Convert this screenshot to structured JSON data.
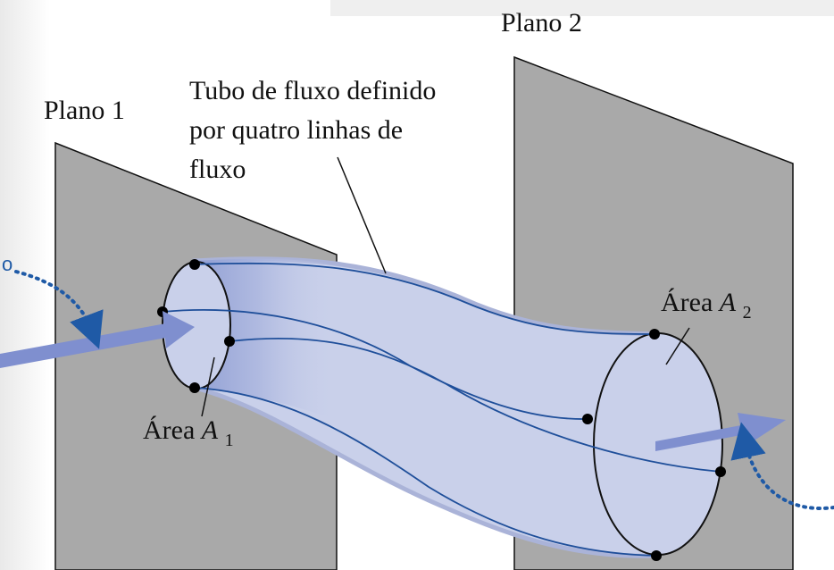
{
  "labels": {
    "plane1": "Plano 1",
    "plane2": "Plano 2",
    "tube_line1": "Tubo de fluxo definido",
    "tube_line2": "por quatro linhas de",
    "tube_line3": "fluxo",
    "area1_word": "Área",
    "area1_symbol": "A",
    "area1_sub": "1",
    "area2_word": "Área",
    "area2_symbol": "A",
    "area2_sub": "2",
    "cut_text": "o"
  },
  "colors": {
    "plane_fill": "#a9a9a9",
    "plane_edge": "#111111",
    "tube_fill": "#c9d0ea",
    "tube_dark": "#8e9dd3",
    "flow_line": "#1f4f9a",
    "arrow": "#7f8fcf",
    "dotted_arrow": "#1f5aa6"
  }
}
